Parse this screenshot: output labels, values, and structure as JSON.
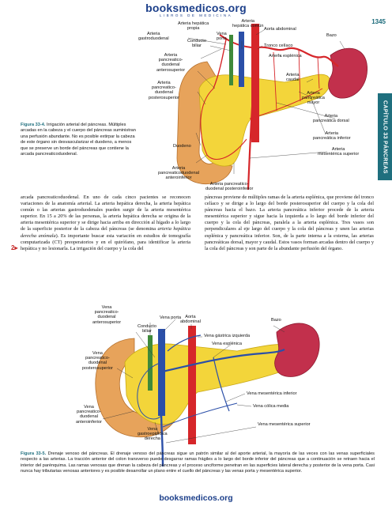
{
  "header": {
    "brand": "booksmedicos.org",
    "brand_sub": "LIBROS DE MEDICINA",
    "page_number": "1345",
    "side_tab": "CAPÍTULO 33 PÁNCREAS"
  },
  "figure1": {
    "caption_label": "Figura 33-4.",
    "caption_text": "Irrigación arterial del páncreas. Múltiples arcadas en la cabeza y el cuerpo del páncreas suministran una perfusión abundante. No es posible extirpar la cabeza de este órgano sin desvascularizar el duodeno, a menos que se preserve un borde del páncreas que contiene la arcada pancreaticoduodenal.",
    "labels": {
      "art_hepatica_propia": "Arteria hepática\npropia",
      "art_gastroduodenal": "Arteria\ngastroduodenal",
      "conducto_biliar": "Conducto\nbiliar",
      "vena_porta": "Vena\nporta",
      "art_hepatica_comun": "Arteria\nhepática común",
      "aorta_abdominal": "Aorta abdominal",
      "tronco_celiaco": "Tronco celíaco",
      "bazo": "Bazo",
      "art_esplenica": "Arteria esplénica",
      "art_pd_anterosuperior": "Arteria\npancreatico-\nduodenal\nanterosuperior",
      "art_pd_posterosuperior": "Arteria\npancreatico-\nduodenal\nposterosuperior",
      "art_caudal": "Arteria\ncaudal",
      "art_pancreatica_mayor": "Arteria\npancreática\nmayor",
      "art_pancreatica_dorsal": "Arteria\npancreática dorsal",
      "duodeno": "Duodeno",
      "art_pancreatica_inferior": "Arteria\npancreática inferior",
      "art_mesenterica_superior": "Arteria\nmesentérica superior",
      "art_pd_anteroinferior": "Arteria\npancreaticoduodenal\nanteroinferior",
      "art_pd_posteroinferior": "Arteria pancreatico-\nduodenal posteroinferior"
    }
  },
  "body": {
    "col_left": "arcada pancreaticoduodenal. En uno de cada cinco pacientes se reconocen variaciones de la anatomía arterial. La arteria hepática derecha, la arteria hepática común o las arterias gastroduodenales pueden surgir de la arteria mesentérica superior. En 15 a 20% de las personas, la arteria hepática derecha se origina de la arteria mesentérica superior y se dirige hacia arriba en dirección al hígado a lo largo de la superficie posterior de la cabeza del páncreas (se denomina",
    "col_left_em": "arteria hepática derecha anómala",
    "col_left_end": "). Es importante buscar esta variación en estudios de tomografía computarizada (CT) preoperatorios y en el quirófano, para identificar la arteria hepática y no lesionarla. La irrigación del cuerpo y la cola del",
    "marker": "2",
    "col_right": "páncreas proviene de múltiples ramas de la arteria esplénica, que proviene del tronco celíaco y se dirige a lo largo del borde posterosuperior del cuerpo y la cola del páncreas hacia el bazo. La arteria pancreática inferior procede de la arteria mesentérica superior y sigue hacia la izquierda a lo largo del borde inferior del cuerpo y la cola del páncreas, paralela a la arteria esplénica. Tres vasos son perpendiculares al eje largo del cuerpo y la cola del páncreas y unen las arterias esplénica y pancreática inferior. Son, de la parte interna a la externa, las arterias pancreáticas dorsal, mayor y caudal. Estos vasos forman arcadas dentro del cuerpo y la cola del páncreas y son parte de la abundante perfusión del órgano."
  },
  "figure2": {
    "labels": {
      "vena_pd_anterosuperior": "Vena\npancreatico-\nduodenal\nanterosuperior",
      "vena_porta": "Vena porta",
      "conducto_biliar": "Conducto\nbiliar",
      "aorta_abdominal": "Aorta\nabdominal",
      "bazo": "Bazo",
      "vena_gastrica_izquierda": "Vena gástrica izquierda",
      "vena_esplenica": "Vena esplénica",
      "vena_pd_posterosuperior": "Vena\npancreatico-\nduodenal\nposterosuperior",
      "vena_mesenterica_inferior": "Vena mesentérica inferior",
      "vena_colica_media": "Vena cólica media",
      "vena_pd_anteroinferior": "Vena\npancreatico-\nduodenal\nanteroinferior",
      "vena_mesenterica_superior": "Vena mesentérica superior",
      "vena_gastroepiploica_derecha": "Vena\ngastroepiploica\nderecha"
    },
    "caption_label": "Figura 33-5.",
    "caption_text": "Drenaje venoso del páncreas. El drenaje venoso del páncreas sigue un patrón similar al del aporte arterial, la mayoría de las veces con las venas superficiales respecto a las arterias. La tracción anterior del colon transverso puede desgarrar ramas frágiles a lo largo del borde inferior del páncreas que a continuación se retraen hacia el interior del parénquima. Las ramas venosas que drenan la cabeza del páncreas y el proceso unciforme penetran en las superficies lateral derecha y posterior de la vena porta. Casi nunca hay tributarias venosas anteriores y es posible desarrollar un plano entre el cuello del páncreas y las venas porta y mesentérica superior."
  },
  "footer": {
    "brand": "booksmedicos.org"
  },
  "colors": {
    "brand": "#1c3f8a",
    "tab": "#1f6f7e",
    "pancreas": "#f3d53a",
    "duodenum": "#e7a35b",
    "spleen": "#c2304c",
    "artery": "#d6262a",
    "vein": "#2b4fa8",
    "duct": "#3f8a3a"
  }
}
